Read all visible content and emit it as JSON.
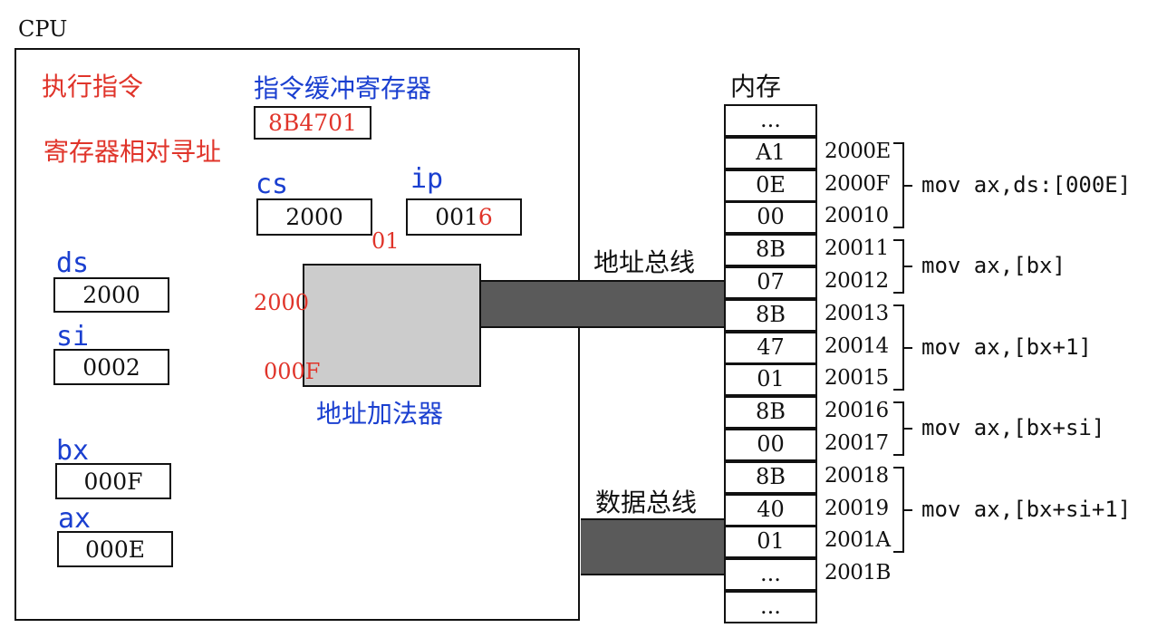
{
  "cpu_label": "CPU",
  "exec_label": "执行指令",
  "mode_label": "寄存器相对寻址",
  "instr_buffer": {
    "label": "指令缓冲寄存器",
    "value": "8B4701"
  },
  "cs": {
    "name": "cs",
    "value": "2000"
  },
  "ip": {
    "name": "ip",
    "value_black": "001",
    "value_red": "6"
  },
  "ds": {
    "name": "ds",
    "value": "2000"
  },
  "si": {
    "name": "si",
    "value": "0002"
  },
  "bx": {
    "name": "bx",
    "value": "000F"
  },
  "ax": {
    "name": "ax",
    "value": "000E"
  },
  "adder": {
    "label": "地址加法器",
    "input_offset_small": "01",
    "input_segment": "2000",
    "input_offset": "000F"
  },
  "address_bus_label": "地址总线",
  "data_bus_label": "数据总线",
  "memory": {
    "title": "内存",
    "cells": [
      {
        "value": "...",
        "addr": ""
      },
      {
        "value": "A1",
        "addr": "2000E"
      },
      {
        "value": "0E",
        "addr": "2000F"
      },
      {
        "value": "00",
        "addr": "20010"
      },
      {
        "value": "8B",
        "addr": "20011"
      },
      {
        "value": "07",
        "addr": "20012"
      },
      {
        "value": "8B",
        "addr": "20013"
      },
      {
        "value": "47",
        "addr": "20014"
      },
      {
        "value": "01",
        "addr": "20015"
      },
      {
        "value": "8B",
        "addr": "20016"
      },
      {
        "value": "00",
        "addr": "20017"
      },
      {
        "value": "8B",
        "addr": "20018"
      },
      {
        "value": "40",
        "addr": "20019"
      },
      {
        "value": "01",
        "addr": "2001A"
      },
      {
        "value": "...",
        "addr": "2001B"
      },
      {
        "value": "...",
        "addr": ""
      }
    ],
    "instructions": [
      {
        "text": "mov ax,ds:[000E]"
      },
      {
        "text": "mov ax,[bx]"
      },
      {
        "text": "mov ax,[bx+1]"
      },
      {
        "text": "mov ax,[bx+si]"
      },
      {
        "text": "mov ax,[bx+si+1]"
      }
    ]
  }
}
